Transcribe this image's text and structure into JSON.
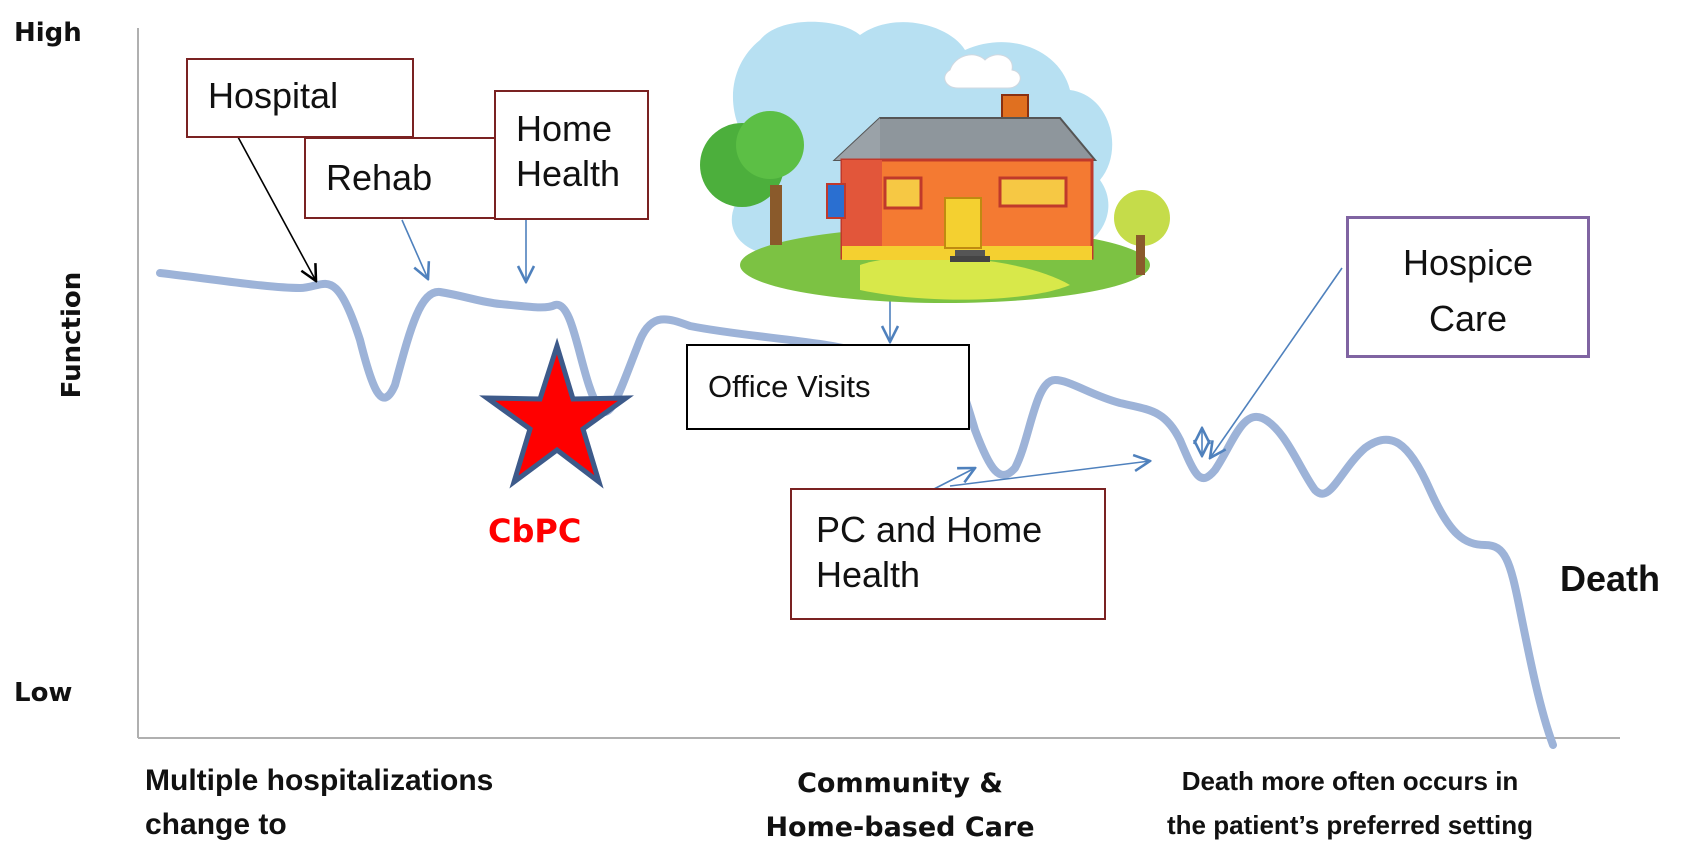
{
  "axis": {
    "y_high": "High",
    "y_low": "Low",
    "y_title": "Function"
  },
  "boxes": {
    "hospital": "Hospital",
    "rehab": "Rehab",
    "home_health_1": "Home",
    "home_health_2": "Health",
    "office_visits": "Office Visits",
    "pc_home_1": "PC and Home",
    "pc_home_2": "Health",
    "hospice_1": "Hospice",
    "hospice_2": "Care"
  },
  "labels": {
    "cbpc": "CbPC",
    "death": "Death"
  },
  "footer": {
    "left_1": "Multiple hospitalizations",
    "left_2": "change to",
    "middle_1": "Community &",
    "middle_2": "Home-based Care",
    "right_1": "Death more often occurs in",
    "right_2": "the patient’s preferred setting"
  },
  "colors": {
    "curve": "#9db3d8",
    "arrow": "#4f81bd",
    "star_fill": "#ff0000",
    "star_stroke": "#3d5a8a",
    "cbpc": "#ff0000",
    "box_border_red": "#7a2222",
    "box_border_purple": "#8064a2"
  }
}
